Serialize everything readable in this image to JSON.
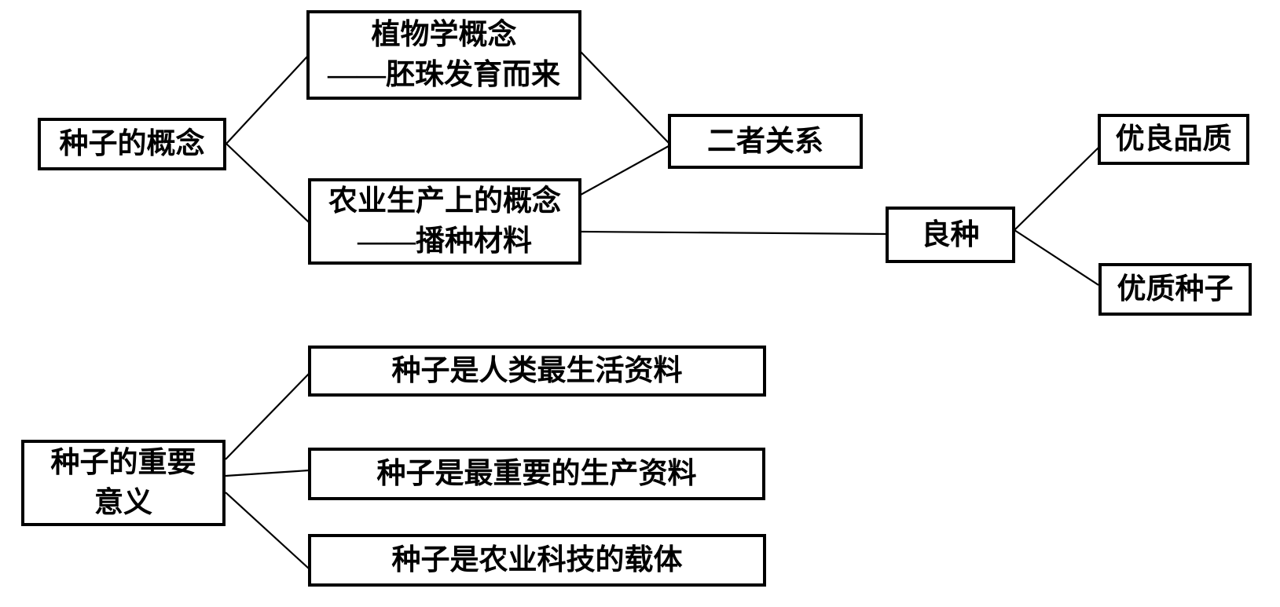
{
  "diagram": {
    "background_color": "#ffffff",
    "border_color": "#000000",
    "text_color": "#000000",
    "line_color": "#000000",
    "nodes": {
      "seed_concept": {
        "label": "种子的概念"
      },
      "botanical": {
        "line1": "植物学概念",
        "line2": "——胚珠发育而来"
      },
      "agricultural": {
        "line1": "农业生产上的概念",
        "line2": "——播种材料"
      },
      "relation": {
        "label": "二者关系"
      },
      "good_seed": {
        "label": "良种"
      },
      "fine_quality": {
        "label": "优良品质"
      },
      "quality_seed": {
        "label": "优质种子"
      },
      "importance": {
        "line1": "种子的重要",
        "line2": "意义"
      },
      "living_material": {
        "label": "种子是人类最生活资料"
      },
      "production_material": {
        "label": "种子是最重要的生产资料"
      },
      "tech_carrier": {
        "label": "种子是农业科技的载体"
      }
    }
  }
}
